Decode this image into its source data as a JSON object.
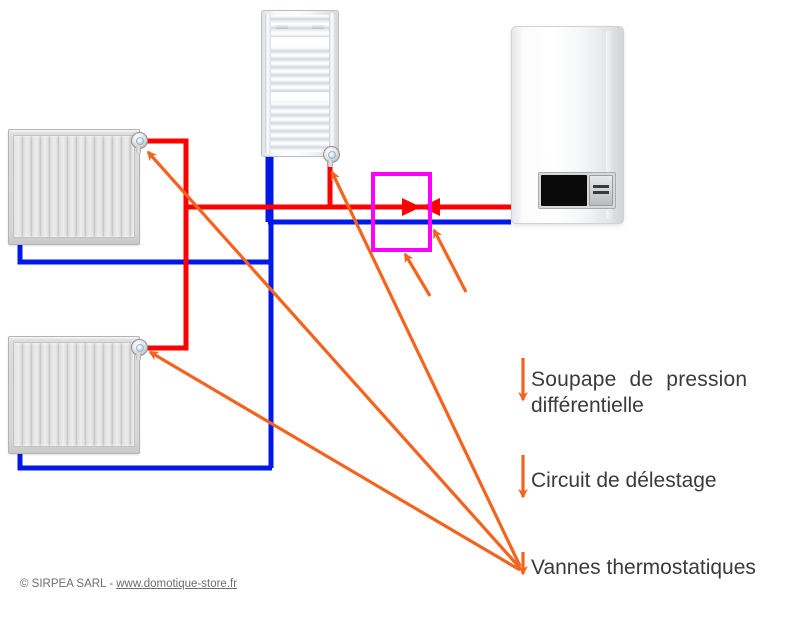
{
  "diagram": {
    "title": "Schema de chauffage central avec vannes thermostatiques",
    "colors": {
      "flow_pipe": "#FF0000",
      "return_pipe": "#0018E8",
      "annotation": "#F4641E",
      "valve_box": "#FF00FF",
      "label_text": "#3b3b3b"
    }
  },
  "equipment": {
    "boiler": {
      "name": "Chaudiere murale",
      "display_label": ""
    },
    "towel_radiator": {
      "name": "Radiateur seche-serviettes"
    },
    "radiator_top": {
      "name": "Radiateur panneau haut"
    },
    "radiator_bottom": {
      "name": "Radiateur panneau bas"
    },
    "pressure_valve_box": {
      "name": "Soupape de pression differentielle"
    }
  },
  "annotations": [
    {
      "id": "soupape",
      "line1": "Soupape  de  pression",
      "line2": "différentielle",
      "target": "differential-pressure-valve"
    },
    {
      "id": "delestage",
      "line1": "Circuit de délestage",
      "line2": "",
      "target": "bypass-circuit"
    },
    {
      "id": "vannes",
      "line1": "Vannes thermostatiques",
      "line2": "",
      "target": "thermostatic-valves"
    }
  ],
  "credit": {
    "prefix": "© SIRPEA SARL - ",
    "url_text": "www.domotique-store.fr"
  }
}
